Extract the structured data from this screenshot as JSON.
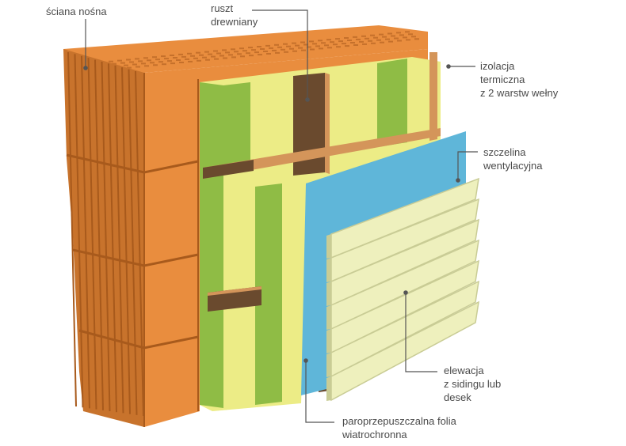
{
  "diagram": {
    "labels": [
      {
        "id": "bearing-wall",
        "lines": [
          "ściana nośna"
        ]
      },
      {
        "id": "timber-frame",
        "lines": [
          "ruszt",
          "drewniany"
        ]
      },
      {
        "id": "thermal-insulation",
        "lines": [
          "izolacja",
          "termiczna",
          "z 2 warstw wełny"
        ]
      },
      {
        "id": "ventilation-gap",
        "lines": [
          "szczelina",
          "wentylacyjna"
        ]
      },
      {
        "id": "facade",
        "lines": [
          "elewacja",
          "z sidingu lub",
          "desek"
        ]
      },
      {
        "id": "wind-membrane",
        "lines": [
          "paroprzepuszczalna folia",
          "wiatrochronna"
        ]
      }
    ],
    "colors": {
      "brick": "#e98d3e",
      "brick_dark": "#a85a1c",
      "brick_mid": "#c8732c",
      "wool": "#ecec86",
      "wool_side": "#d3d96a",
      "wool_green": "#8fbc45",
      "timber": "#6a4a2e",
      "timber_light": "#d4955a",
      "membrane": "#5fb6d9",
      "siding": "#eef0bd",
      "siding_shadow": "#c9cc95",
      "leader": "#555555"
    }
  }
}
